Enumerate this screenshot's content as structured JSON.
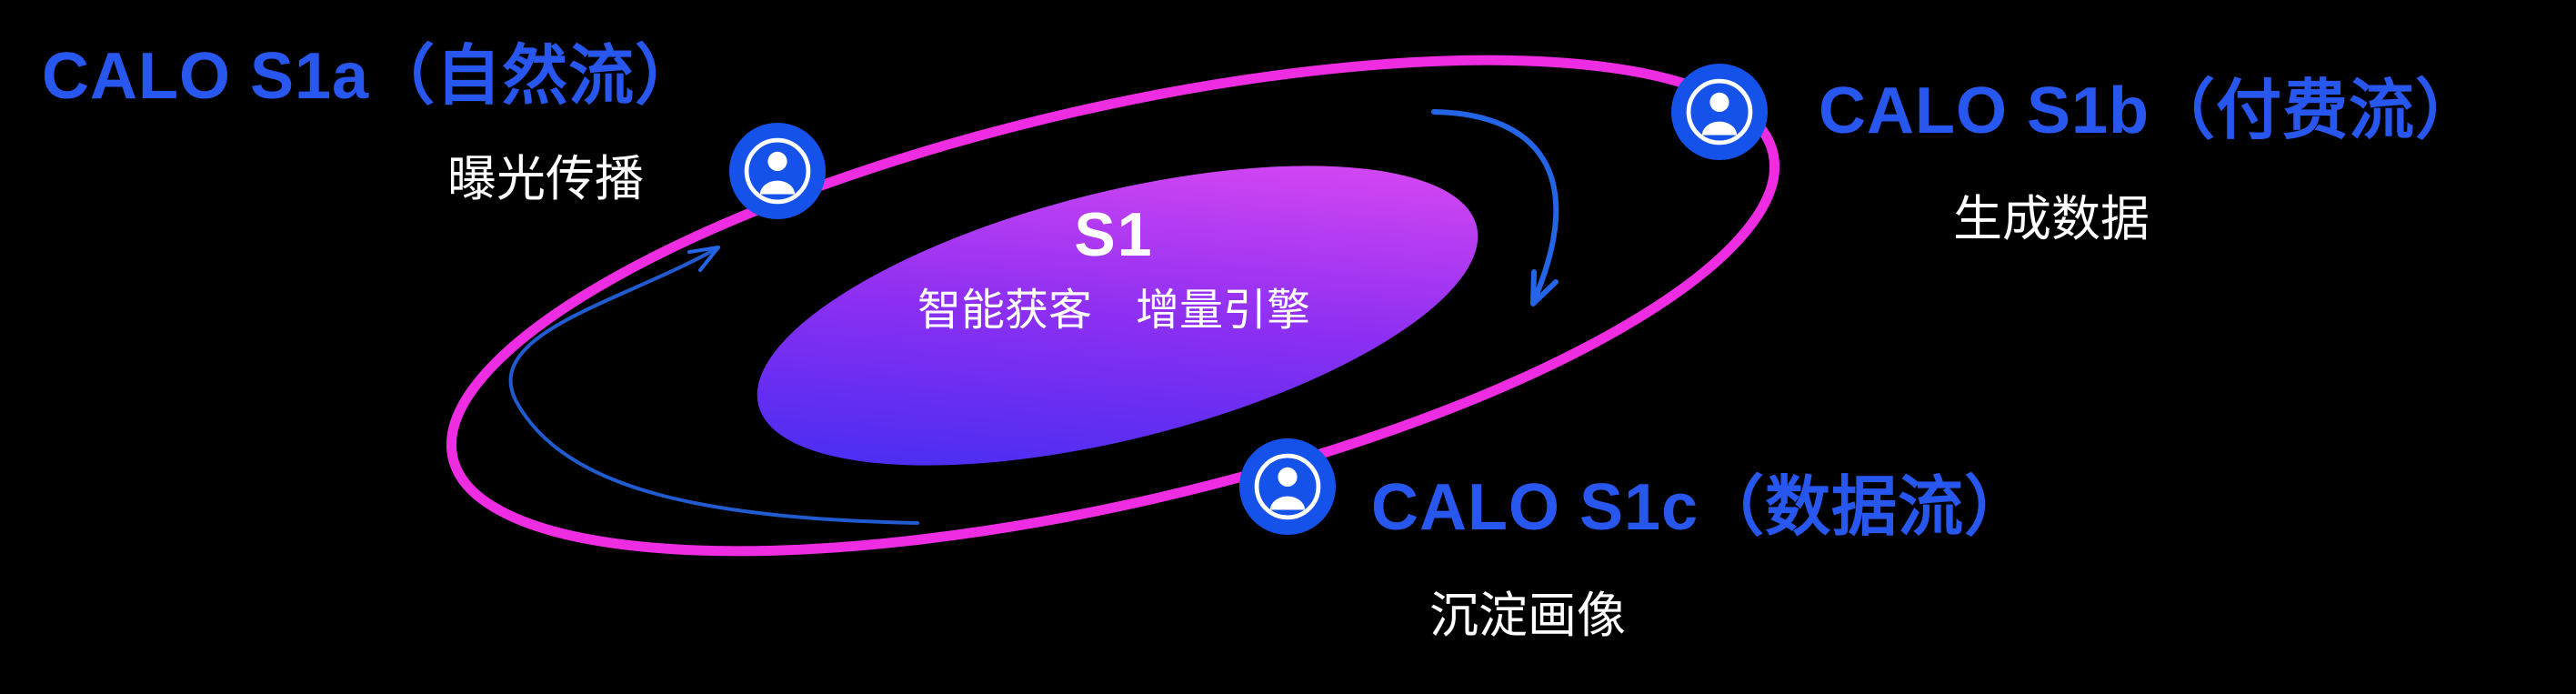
{
  "canvas": {
    "background": "#000000"
  },
  "core": {
    "title": "S1",
    "subtitle": "智能获客　增量引擎",
    "gradient": {
      "start": "#312df2",
      "mid": "#8d2ff2",
      "end": "#ee4ff2"
    }
  },
  "orbit": {
    "color": "#ee2ce2"
  },
  "arrows": {
    "color": "#2465e6"
  },
  "icon": {
    "name": "user-badge-icon",
    "color": "#1552ea",
    "glyph_color": "#ffffff"
  },
  "nodes": {
    "s1a": {
      "title": "CALO S1a（自然流）",
      "subtitle": "曝光传播"
    },
    "s1b": {
      "title": "CALO S1b（付费流）",
      "subtitle": "生成数据"
    },
    "s1c": {
      "title": "CALO S1c（数据流）",
      "subtitle": "沉淀画像"
    }
  },
  "colors": {
    "canvas_bg": "#000000",
    "title_blue": "#2857f0",
    "text_white": "#ffffff"
  }
}
